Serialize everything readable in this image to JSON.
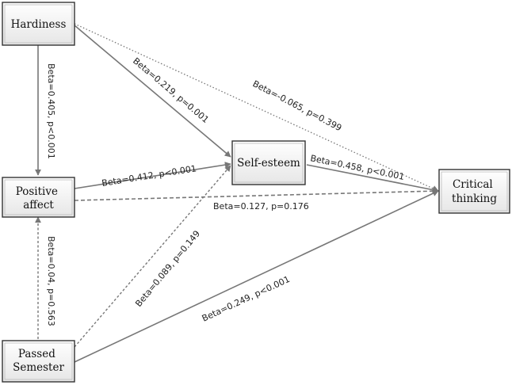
{
  "nodes": {
    "hardiness": [
      "Hardiness"
    ],
    "positive_affect": [
      "Positive",
      "affect"
    ],
    "passed_semester": [
      "Passed",
      "Semester"
    ],
    "self_esteem": [
      "Self-esteem"
    ],
    "critical_thinking": [
      "Critical",
      "thinking"
    ]
  },
  "edges": {
    "hardiness_to_positive_affect": {
      "label": "Beta=0.405,   p<0.001",
      "style": "solid"
    },
    "hardiness_to_self_esteem": {
      "label": "Beta=0.219,   p=0.001",
      "style": "solid"
    },
    "hardiness_to_critical_thinking": {
      "label": "Beta=-0.065,   p=0.399",
      "style": "dotted"
    },
    "positive_affect_to_self_esteem": {
      "label": "Beta=0.412,   p<0.001",
      "style": "solid"
    },
    "self_esteem_to_critical_thinking": {
      "label": "Beta=0.458,   p<0.001",
      "style": "solid"
    },
    "positive_affect_to_critical_thinking": {
      "label": "Beta=0.127,   p=0.176",
      "style": "dashed"
    },
    "passed_semester_to_positive_affect": {
      "label": "Beta=0.04,   p=0.563",
      "style": "dashed"
    },
    "passed_semester_to_self_esteem": {
      "label": "Beta=0.089,   p=0.149",
      "style": "dashed"
    },
    "passed_semester_to_critical_thinking": {
      "label": "Beta=0.249,   p<0.001",
      "style": "solid"
    }
  },
  "colors": {
    "line": "#777777",
    "box_border": "#333333",
    "box_fill": "#eeeeee",
    "text": "#111111"
  }
}
